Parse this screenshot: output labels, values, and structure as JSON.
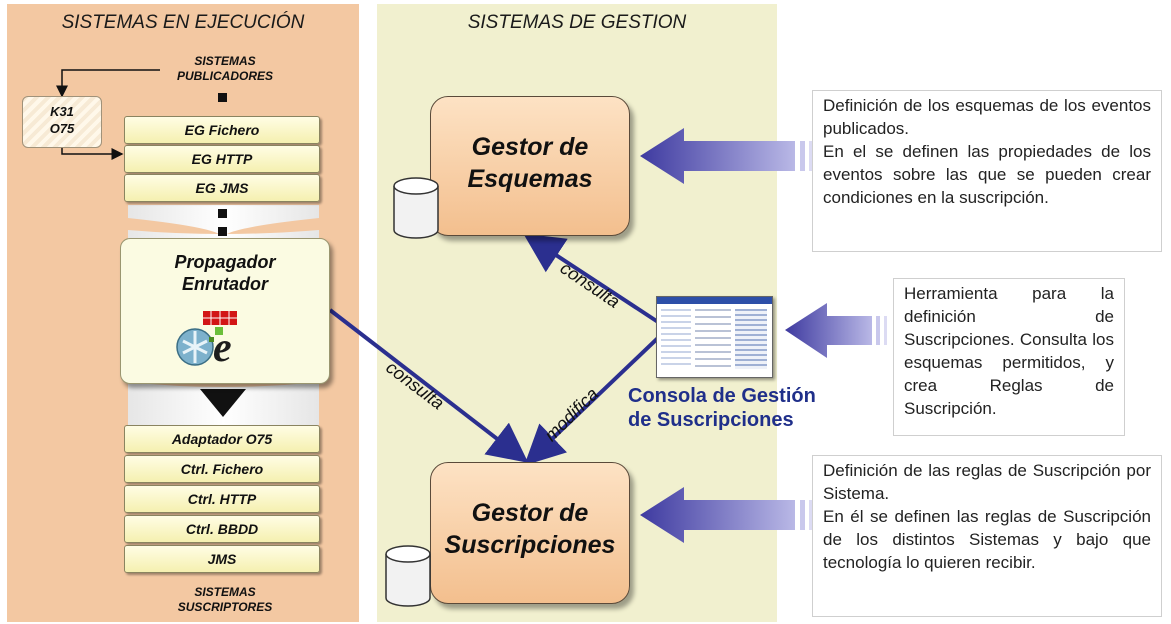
{
  "left_panel": {
    "title": "SISTEMAS EN EJECUCIÓN",
    "publishers_title": "SISTEMAS\nPUBLICADORES",
    "k31_label": "K31\nO75",
    "publishers": [
      "EG Fichero",
      "EG HTTP",
      "EG JMS"
    ],
    "router_label": "Propagador\nEnrutador",
    "subscribers": [
      "Adaptador  O75",
      "Ctrl. Fichero",
      "Ctrl. HTTP",
      "Ctrl. BBDD",
      "JMS"
    ],
    "subscribers_title": "SISTEMAS\nSUSCRIPTORES"
  },
  "mid_panel": {
    "title": "SISTEMAS DE GESTION",
    "schema_manager": "Gestor de\nEsquemas",
    "subscription_manager": "Gestor de\nSuscripciones",
    "console_label": "Consola de Gestión\nde Suscripciones"
  },
  "edges": {
    "console_to_schema": "consulta",
    "router_to_subscription": "consulta",
    "console_to_subscription": "modifica"
  },
  "descriptions": {
    "schema": "Definición de los esquemas de los eventos publicados.\nEn el se definen las propiedades de los eventos sobre las que se pueden crear condiciones en la suscripción.",
    "console": "Herramienta para la definición de Suscripciones. Consulta los esquemas permitidos, y crea Reglas de Suscripción.",
    "subscription": "Definición de las reglas de Suscripción por Sistema.\nEn él se definen las reglas de Suscripción de los distintos Sistemas y bajo que tecnología lo quieren recibir."
  },
  "colors": {
    "left_panel": "#f3c8a2",
    "mid_panel": "#f1f0cf",
    "arrow_blue": "#2b2f8f",
    "gestor_fill": "#f6c99b"
  }
}
